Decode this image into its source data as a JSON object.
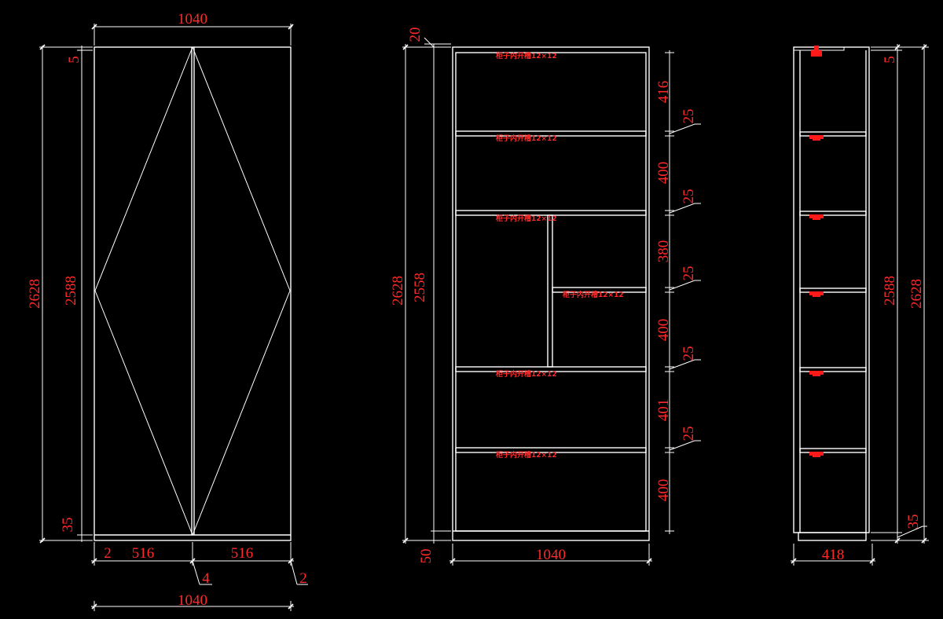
{
  "colors": {
    "background": "#000000",
    "lines": "#ffffff",
    "dimensions": "#ff2a2a"
  },
  "door_view": {
    "top_width": "1040",
    "bottom_width": "1040",
    "overall_height": "2628",
    "door_height": "2588",
    "top_gap": "5",
    "bottom_base": "35",
    "left_gap": "2",
    "left_panel": "516",
    "right_panel": "516",
    "center_gap": "4",
    "right_gap": "2"
  },
  "front_view": {
    "top_gap": "20",
    "overall_height": "2628",
    "inner_height": "2558",
    "bottom_base": "50",
    "width": "1040",
    "spaces": [
      "416",
      "400",
      "380",
      "400",
      "401",
      "400"
    ],
    "shelf_thickness": [
      "25",
      "25",
      "25",
      "25",
      "25"
    ],
    "shelf_notes": [
      "柜子内开槽12×12",
      "柜子内开槽12×12",
      "柜子内开槽12×12",
      "柜子内开槽12×12",
      "柜子内开槽12×12",
      "柜子内开槽12×12"
    ]
  },
  "side_view": {
    "top_gap": "5",
    "height": "2588",
    "overall_height": "2628",
    "bottom_base": "35",
    "depth": "418"
  }
}
